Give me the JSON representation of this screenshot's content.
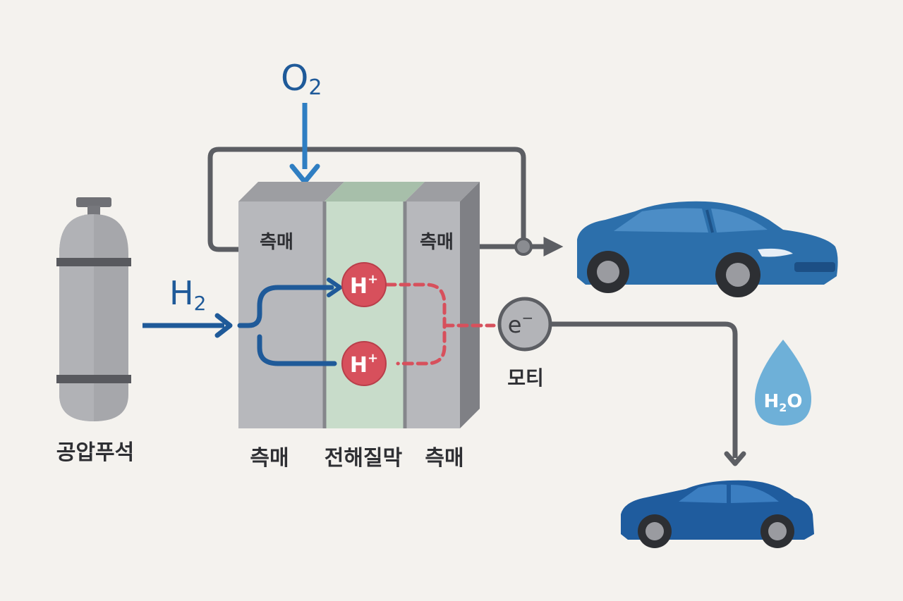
{
  "labels": {
    "oxygen_base": "O",
    "oxygen_sub": "2",
    "hydrogen_base": "H",
    "hydrogen_sub": "2",
    "tank": "공압푸석",
    "catalyst_left_top": "측매",
    "catalyst_right_top": "측매",
    "catalyst_left_bottom": "측매",
    "membrane_bottom": "전해질막",
    "catalyst_right_bottom": "측매",
    "proton_base": "H",
    "proton_sup": "+",
    "electron_base": "e",
    "electron_sup": "−",
    "motor": "모티",
    "water_h": "H",
    "water_sub": "2",
    "water_o": "O"
  },
  "icons": {
    "tank": "gas-cylinder-icon",
    "car_top": "car-icon",
    "car_bottom": "car-icon",
    "water": "water-drop-icon",
    "motor": "electron-circle-icon"
  },
  "colors": {
    "background": "#f4f2ee",
    "blue_arrow": "#1f5a99",
    "o2_arrow": "#2f7ec2",
    "gray_line": "#5c5e63",
    "proton": "#d7505c",
    "membrane": "#c8dcca",
    "catalyst": "#b6b7bb",
    "car_top": "#2c6fab",
    "car_bottom": "#1f5c9e",
    "water": "#6eb0d8"
  }
}
